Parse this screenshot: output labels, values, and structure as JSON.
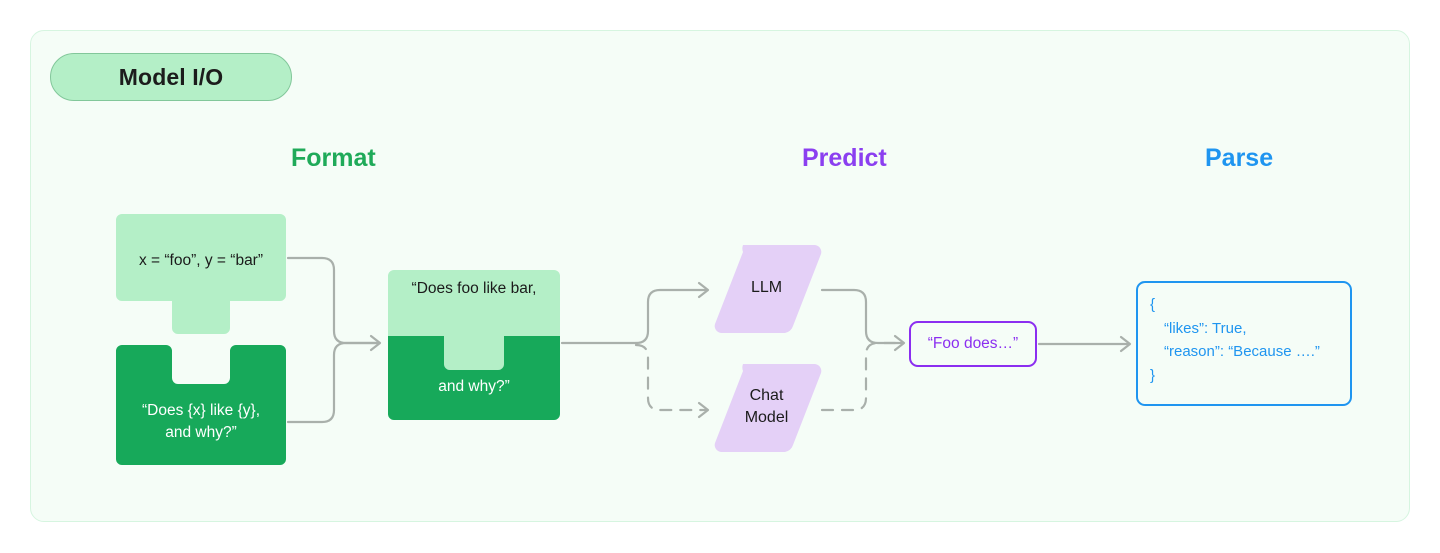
{
  "colors": {
    "canvas": "#ffffff",
    "card_bg": "#f5fdf7",
    "card_border": "#d6f5e0",
    "badge_fill": "#b4efc7",
    "badge_border": "#82c79a",
    "green_light": "#b4efc7",
    "green_dark": "#17a95a",
    "purple_fill": "#e4d0f7",
    "purple_accent": "#8b2ef0",
    "blue_accent": "#1f95f0",
    "format_heading": "#1faa59",
    "predict_heading": "#8b3ff0",
    "parse_heading": "#1f95f0",
    "wire": "#a9b0ab"
  },
  "badge": {
    "label": "Model I/O"
  },
  "sections": [
    {
      "key": "format",
      "label": "Format"
    },
    {
      "key": "predict",
      "label": "Predict"
    },
    {
      "key": "parse",
      "label": "Parse"
    }
  ],
  "format": {
    "variables_piece": {
      "text": "x = “foo”, y = “bar”",
      "fill": "#b4efc7",
      "shape": "puzzle-tab-bottom"
    },
    "template_piece": {
      "text": "“Does {x} like {y},\nand why?”",
      "fill": "#17a95a",
      "shape": "puzzle-notch-top"
    },
    "combined_piece": {
      "top_text": "“Does foo like bar,",
      "bottom_text": "and why?”",
      "top_fill": "#b4efc7",
      "bottom_fill": "#17a95a",
      "shape": "puzzle-joined"
    }
  },
  "predict": {
    "models": [
      {
        "key": "llm",
        "label": "LLM",
        "fill": "#e4d0f7",
        "path_style": "solid"
      },
      {
        "key": "chat",
        "label": "Chat\nModel",
        "fill": "#e4d0f7",
        "path_style": "dashed"
      }
    ],
    "output": {
      "text": "“Foo does…”",
      "border": "#8b2ef0",
      "text_color": "#8b2ef0"
    }
  },
  "parse": {
    "json_box": {
      "border": "#1f95f0",
      "text_color": "#1f95f0",
      "lines": [
        {
          "text": "{",
          "indent": false
        },
        {
          "text": "“likes”: True,",
          "indent": true
        },
        {
          "text": "“reason”: “Because ….”",
          "indent": true
        },
        {
          "text": "}",
          "indent": false
        }
      ]
    }
  },
  "connectors": [
    {
      "from": "variables_piece",
      "to": "combined_piece",
      "style": "solid"
    },
    {
      "from": "template_piece",
      "to": "combined_piece",
      "style": "solid"
    },
    {
      "from": "combined_piece",
      "to": "llm",
      "style": "solid"
    },
    {
      "from": "combined_piece",
      "to": "chat",
      "style": "dashed"
    },
    {
      "from": "llm",
      "to": "output",
      "style": "solid"
    },
    {
      "from": "chat",
      "to": "output",
      "style": "dashed"
    },
    {
      "from": "output",
      "to": "json_box",
      "style": "solid"
    }
  ]
}
